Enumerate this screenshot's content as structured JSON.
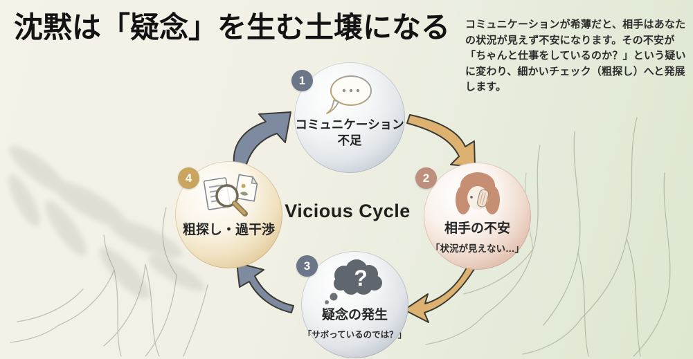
{
  "header": {
    "title": "沈黙は「疑念」を生む土壌になる",
    "description": "コミュニケーションが希薄だと、相手はあなたの状況が見えず不安になります。その不安が「ちゃんと仕事をしているのか？」という疑いに変わり、細かいチェック（粗探し）へと発展します。"
  },
  "cycle": {
    "center_label": "Vicious Cycle",
    "nodes": [
      {
        "number": "1",
        "lines": [
          "コミュニケーション",
          "不足"
        ],
        "icon": "speech-bubble-icon"
      },
      {
        "number": "2",
        "lines": [
          "相手の不安"
        ],
        "sub": "「状況が見えない…」",
        "icon": "worried-person-icon"
      },
      {
        "number": "3",
        "lines": [
          "疑念の発生"
        ],
        "sub": "「サボっているのでは？」",
        "icon": "thought-cloud-icon",
        "icon_glyph": "?"
      },
      {
        "number": "4",
        "lines": [
          "粗探し・過干渉"
        ],
        "icon": "magnifier-documents-icon"
      }
    ]
  },
  "colors": {
    "badge_slate": "#6b7789",
    "badge_rose": "#bd8f7d",
    "badge_gold": "#c9a55f",
    "arrow_gold": "#ddb271",
    "arrow_slate": "#7d8aa0",
    "node1_rim": "#9ba6b3",
    "node2_rim": "#c69685",
    "node3_rim": "#9ca7b2",
    "node4_rim": "#ccac6c",
    "background_left": "#f5f3e9",
    "background_right": "#dde7d1"
  }
}
